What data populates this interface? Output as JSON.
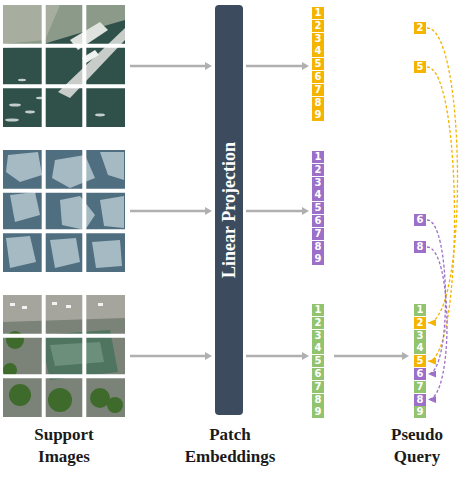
{
  "diagram": {
    "nodes": [
      {
        "text": [
          "Linear Projection"
        ]
      },
      {
        "text": [
          "1"
        ]
      },
      {
        "text": [
          "2"
        ]
      },
      {
        "text": [
          "3"
        ]
      },
      {
        "text": [
          "4"
        ]
      },
      {
        "text": [
          "5"
        ]
      },
      {
        "text": [
          "6"
        ]
      },
      {
        "text": [
          "7"
        ]
      },
      {
        "text": [
          "8"
        ]
      },
      {
        "text": [
          "9"
        ]
      },
      {
        "text": [
          "2"
        ]
      },
      {
        "text": [
          "5"
        ]
      },
      {
        "text": [
          "1"
        ]
      },
      {
        "text": [
          "2"
        ]
      },
      {
        "text": [
          "3"
        ]
      },
      {
        "text": [
          "4"
        ]
      },
      {
        "text": [
          "5"
        ]
      },
      {
        "text": [
          "6"
        ]
      },
      {
        "text": [
          "7"
        ]
      },
      {
        "text": [
          "8"
        ]
      },
      {
        "text": [
          "9"
        ]
      },
      {
        "text": [
          "6"
        ]
      },
      {
        "text": [
          "8"
        ]
      },
      {
        "text": [
          "1"
        ]
      },
      {
        "text": [
          "2"
        ]
      },
      {
        "text": [
          "3"
        ]
      },
      {
        "text": [
          "4"
        ]
      },
      {
        "text": [
          "5"
        ]
      },
      {
        "text": [
          "6"
        ]
      },
      {
        "text": [
          "7"
        ]
      },
      {
        "text": [
          "8"
        ]
      },
      {
        "text": [
          "9"
        ]
      },
      {
        "text": [
          "1"
        ]
      },
      {
        "text": [
          "2"
        ]
      },
      {
        "text": [
          "3"
        ]
      },
      {
        "text": [
          "4"
        ]
      },
      {
        "text": [
          "5"
        ]
      },
      {
        "text": [
          "6"
        ]
      },
      {
        "text": [
          "7"
        ]
      },
      {
        "text": [
          "8"
        ]
      },
      {
        "text": [
          "9"
        ]
      }
    ],
    "edges": [
      {
        "from": 10,
        "to": 33,
        "arrow": "to"
      },
      {
        "from": 11,
        "to": 36,
        "arrow": "to"
      },
      {
        "from": 21,
        "to": 37,
        "arrow": "to"
      },
      {
        "from": 22,
        "to": 39,
        "arrow": "to"
      }
    ],
    "labels": [
      "Support Images",
      "Patch Embeddings",
      "Pseudo Query"
    ]
  }
}
